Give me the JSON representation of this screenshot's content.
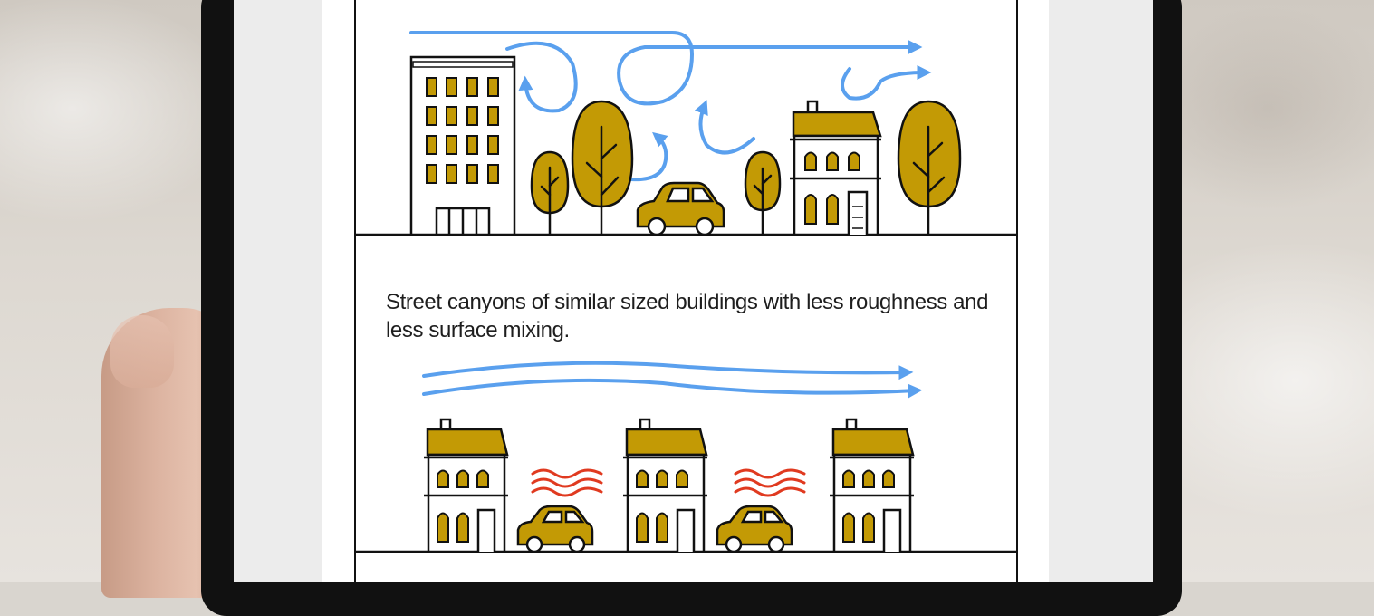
{
  "article": {
    "caption": "Street canyons of similar sized buildings with less roughness and less surface mixing."
  },
  "colors": {
    "wind": "#5aa0ee",
    "fill": "#c39a05",
    "heat": "#e03a20",
    "ink": "#111111"
  },
  "illustrations": {
    "top": "mixed-height-urban-airflow",
    "bottom": "uniform-street-canyon-airflow"
  }
}
